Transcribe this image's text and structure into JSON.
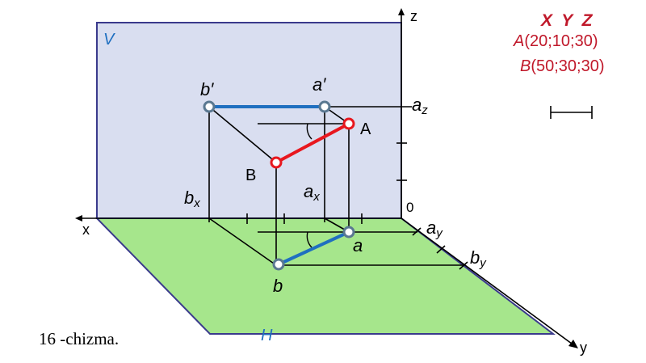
{
  "planes": {
    "v_label": "V",
    "h_label": "H",
    "v_fill": "#d9def0",
    "h_fill": "#a6e68c",
    "outline": "#3a3a8c"
  },
  "axes": {
    "x": "x",
    "y": "y",
    "z": "z",
    "origin": "0"
  },
  "points": {
    "A": "A",
    "B": "B",
    "a_prime": "a′",
    "b_prime": "b′",
    "a": "a",
    "b": "b"
  },
  "markers": {
    "ax": "a",
    "ax_sub": "x",
    "bx": "b",
    "bx_sub": "x",
    "az": "a",
    "az_sub": "z",
    "ay": "a",
    "ay_sub": "y",
    "by": "b",
    "by_sub": "y"
  },
  "coords": {
    "header": "X  Y  Z",
    "A_name": "A",
    "A_values": "(20;10;30)",
    "B_name": "B",
    "B_values": "(50;30;30)"
  },
  "caption": "16 -chizma.",
  "colors": {
    "red": "#e8171e",
    "blue": "#1f6fc0",
    "coord_red": "#c0182a",
    "point_ring": "#5a7891"
  }
}
